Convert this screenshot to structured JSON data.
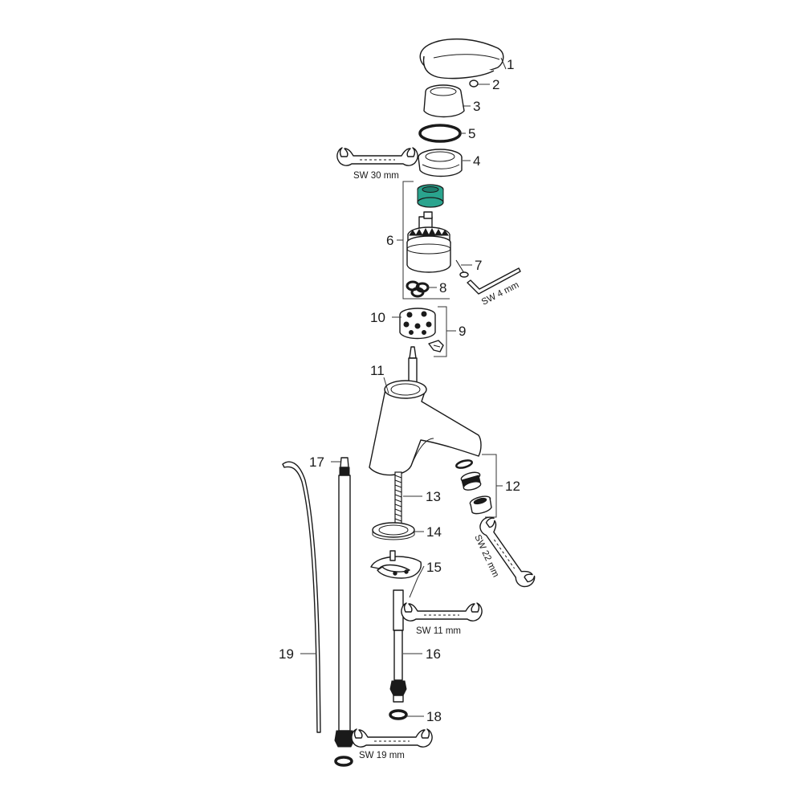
{
  "colors": {
    "line": "#1a1a1a",
    "accent_green": "#2aa48e",
    "background": "#ffffff"
  },
  "callouts": {
    "c1": "1",
    "c2": "2",
    "c3": "3",
    "c4": "4",
    "c5": "5",
    "c6": "6",
    "c7": "7",
    "c8": "8",
    "c9": "9",
    "c10": "10",
    "c11": "11",
    "c12": "12",
    "c13": "13",
    "c14": "14",
    "c15": "15",
    "c16": "16",
    "c17": "17",
    "c18": "18",
    "c19": "19"
  },
  "tools": {
    "sw30": "SW 30 mm",
    "sw4": "SW 4 mm",
    "sw22": "SW 22 mm",
    "sw11": "SW 11 mm",
    "sw19": "SW 19 mm"
  },
  "icons": {
    "wrench": "open-end-wrench-icon",
    "hex_key": "hex-key-icon"
  }
}
